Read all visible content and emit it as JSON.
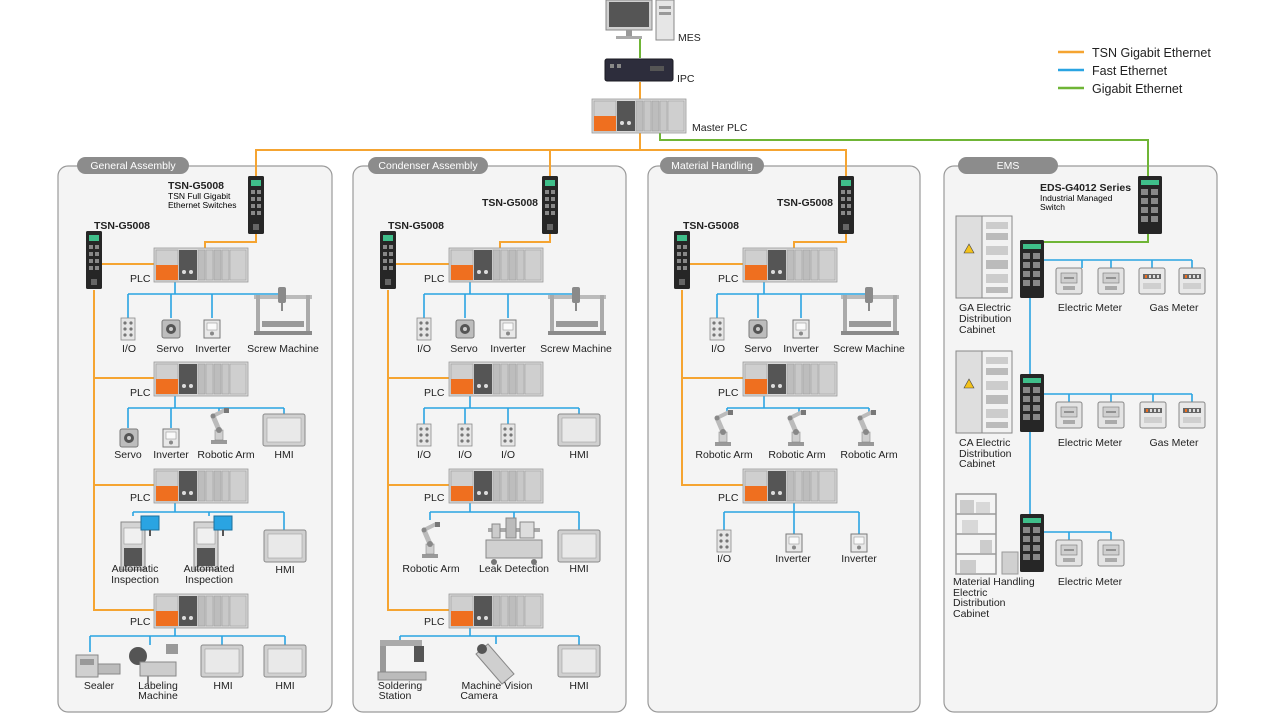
{
  "top": {
    "mes": "MES",
    "ipc": "IPC",
    "master_plc": "Master PLC"
  },
  "legend": [
    {
      "label": "TSN Gigabit Ethernet",
      "color": "#f5a431"
    },
    {
      "label": "Fast Ethernet",
      "color": "#2aa4e2"
    },
    {
      "label": "Gigabit Ethernet",
      "color": "#6fb536"
    }
  ],
  "colors": {
    "panel_fill": "#f4f4f4",
    "panel_border": "#9a9a9a",
    "tab_fill": "#8c8c8c",
    "accent_orange": "#ef6f1f"
  },
  "panels": {
    "general_assembly": "General Assembly",
    "condenser_assembly": "Condenser Assembly",
    "material_handling": "Material Handling",
    "ems": "EMS"
  },
  "switch": {
    "tsn_g5008": "TSN-G5008",
    "tsn_desc_1": "TSN Full Gigabit",
    "tsn_desc_2": "Ethernet Switches",
    "eds_name": "EDS-G4012 Series",
    "eds_desc_1": "Industrial Managed",
    "eds_desc_2": "Switch"
  },
  "devices": {
    "plc": "PLC",
    "io": "I/O",
    "servo": "Servo",
    "inverter": "Inverter",
    "screw_machine": "Screw Machine",
    "robotic_arm": "Robotic Arm",
    "hmi": "HMI",
    "automatic_inspection_1": "Automatic",
    "automatic_inspection_2": "Inspection",
    "automated_inspection_1": "Automated",
    "automated_inspection_2": "Inspection",
    "sealer": "Sealer",
    "labeling_1": "Labeling",
    "labeling_2": "Machine",
    "leak_detection": "Leak Detection",
    "soldering_1": "Soldering",
    "soldering_2": "Station",
    "mv_1": "Machine Vision",
    "mv_2": "Camera"
  },
  "ems": {
    "electric_meter": "Electric Meter",
    "gas_meter": "Gas Meter",
    "ga_cab": [
      "GA Electric",
      "Distribution",
      "Cabinet"
    ],
    "ca_cab": [
      "CA Electric",
      "Distribution",
      "Cabinet"
    ],
    "mh_cab": [
      "Material Handling",
      "Electric",
      "Distribution",
      "Cabinet"
    ]
  }
}
